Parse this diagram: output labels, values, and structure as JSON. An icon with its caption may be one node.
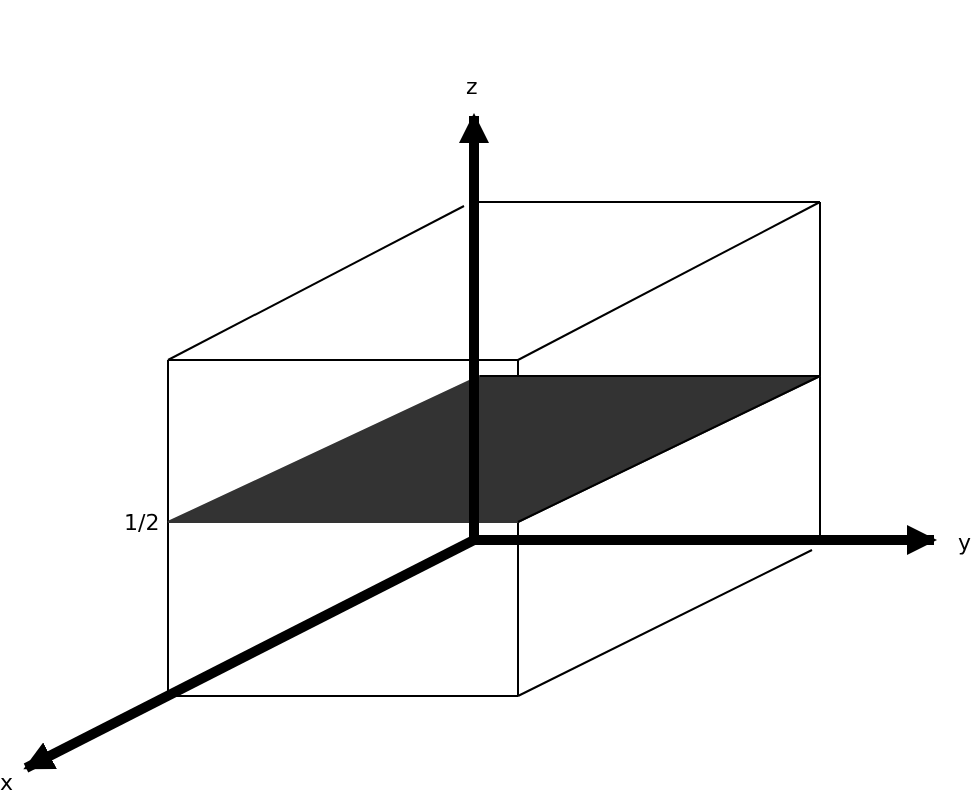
{
  "diagram": {
    "labels": [
      "z",
      "1/2",
      "y",
      "x"
    ]
  }
}
